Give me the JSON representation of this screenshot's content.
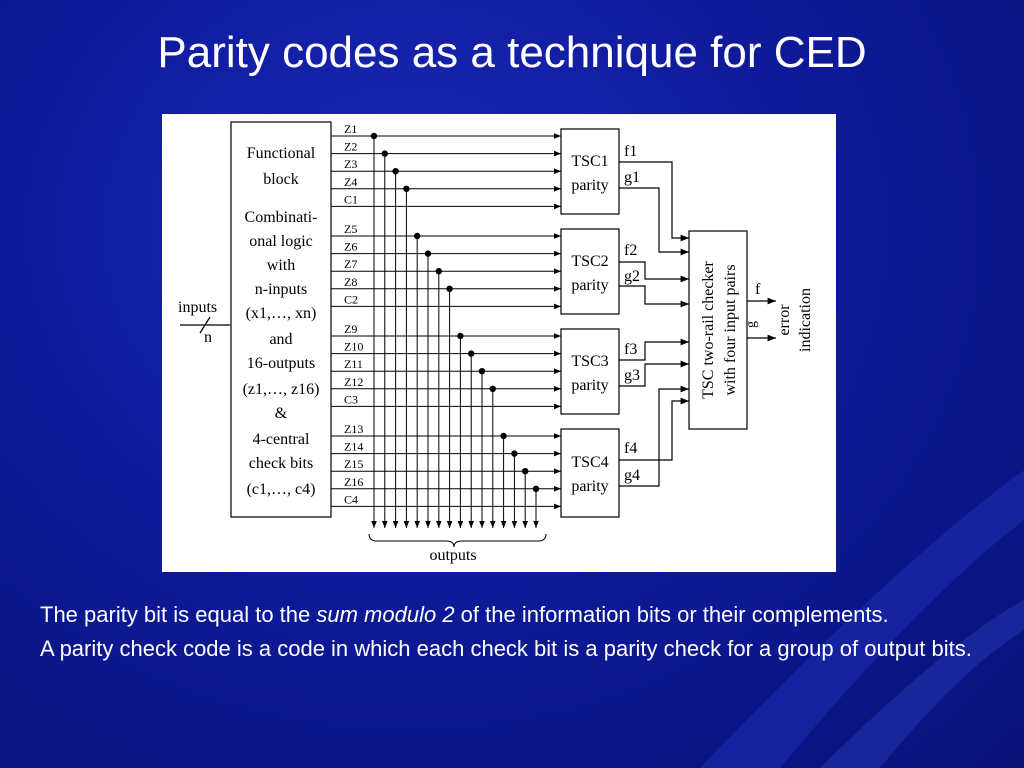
{
  "slide": {
    "title": "Parity codes as a technique for CED",
    "paragraph1": {
      "before": "The parity bit is equal to the ",
      "emph": "sum modulo 2",
      "after": " of the information bits or their complements."
    },
    "paragraph2": "A parity check code is a code in which each check bit is a parity check for a group of output bits."
  },
  "diagram": {
    "functional_block": {
      "lines": [
        "Functional",
        "block",
        "Combinati-",
        "onal logic",
        "with",
        "n-inputs",
        "(x1,…, xn)",
        "and",
        "16-outputs",
        "(z1,…, z16)",
        "&",
        "4-central",
        "check bits",
        "(c1,…, c4)"
      ]
    },
    "inputs_label": "inputs",
    "n_label": "n",
    "signals": [
      "Z1",
      "Z2",
      "Z3",
      "Z4",
      "C1",
      "Z5",
      "Z6",
      "Z7",
      "Z8",
      "C2",
      "Z9",
      "Z10",
      "Z11",
      "Z12",
      "C3",
      "Z13",
      "Z14",
      "Z15",
      "Z16",
      "C4"
    ],
    "tsc": [
      {
        "name": "TSC1",
        "sub": "parity",
        "f": "f1",
        "g": "g1"
      },
      {
        "name": "TSC2",
        "sub": "parity",
        "f": "f2",
        "g": "g2"
      },
      {
        "name": "TSC3",
        "sub": "parity",
        "f": "f3",
        "g": "g3"
      },
      {
        "name": "TSC4",
        "sub": "parity",
        "f": "f4",
        "g": "g4"
      }
    ],
    "checker": {
      "line1": "TSC two-rail checker",
      "line2": "with four input pairs"
    },
    "out_f": "f",
    "out_g": "g",
    "error": {
      "line1": "error",
      "line2": "indication"
    },
    "outputs_label": "outputs"
  }
}
